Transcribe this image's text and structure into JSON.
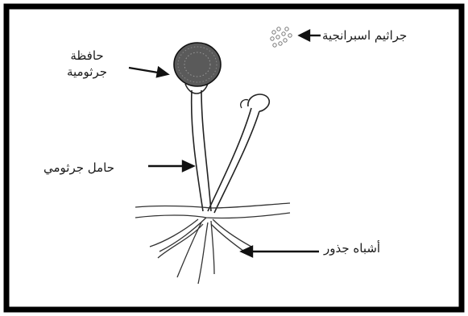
{
  "labels": {
    "spores": "جراثيم اسبرانجية",
    "sporangium_line1": "حافظة",
    "sporangium_line2": "جرثومية",
    "sporangiophore": "حامل جرثومي",
    "rhizoids": "أشباه جذور"
  },
  "colors": {
    "border": "#000000",
    "ink": "#1a1a1a",
    "sporangium_fill": "#555555"
  }
}
